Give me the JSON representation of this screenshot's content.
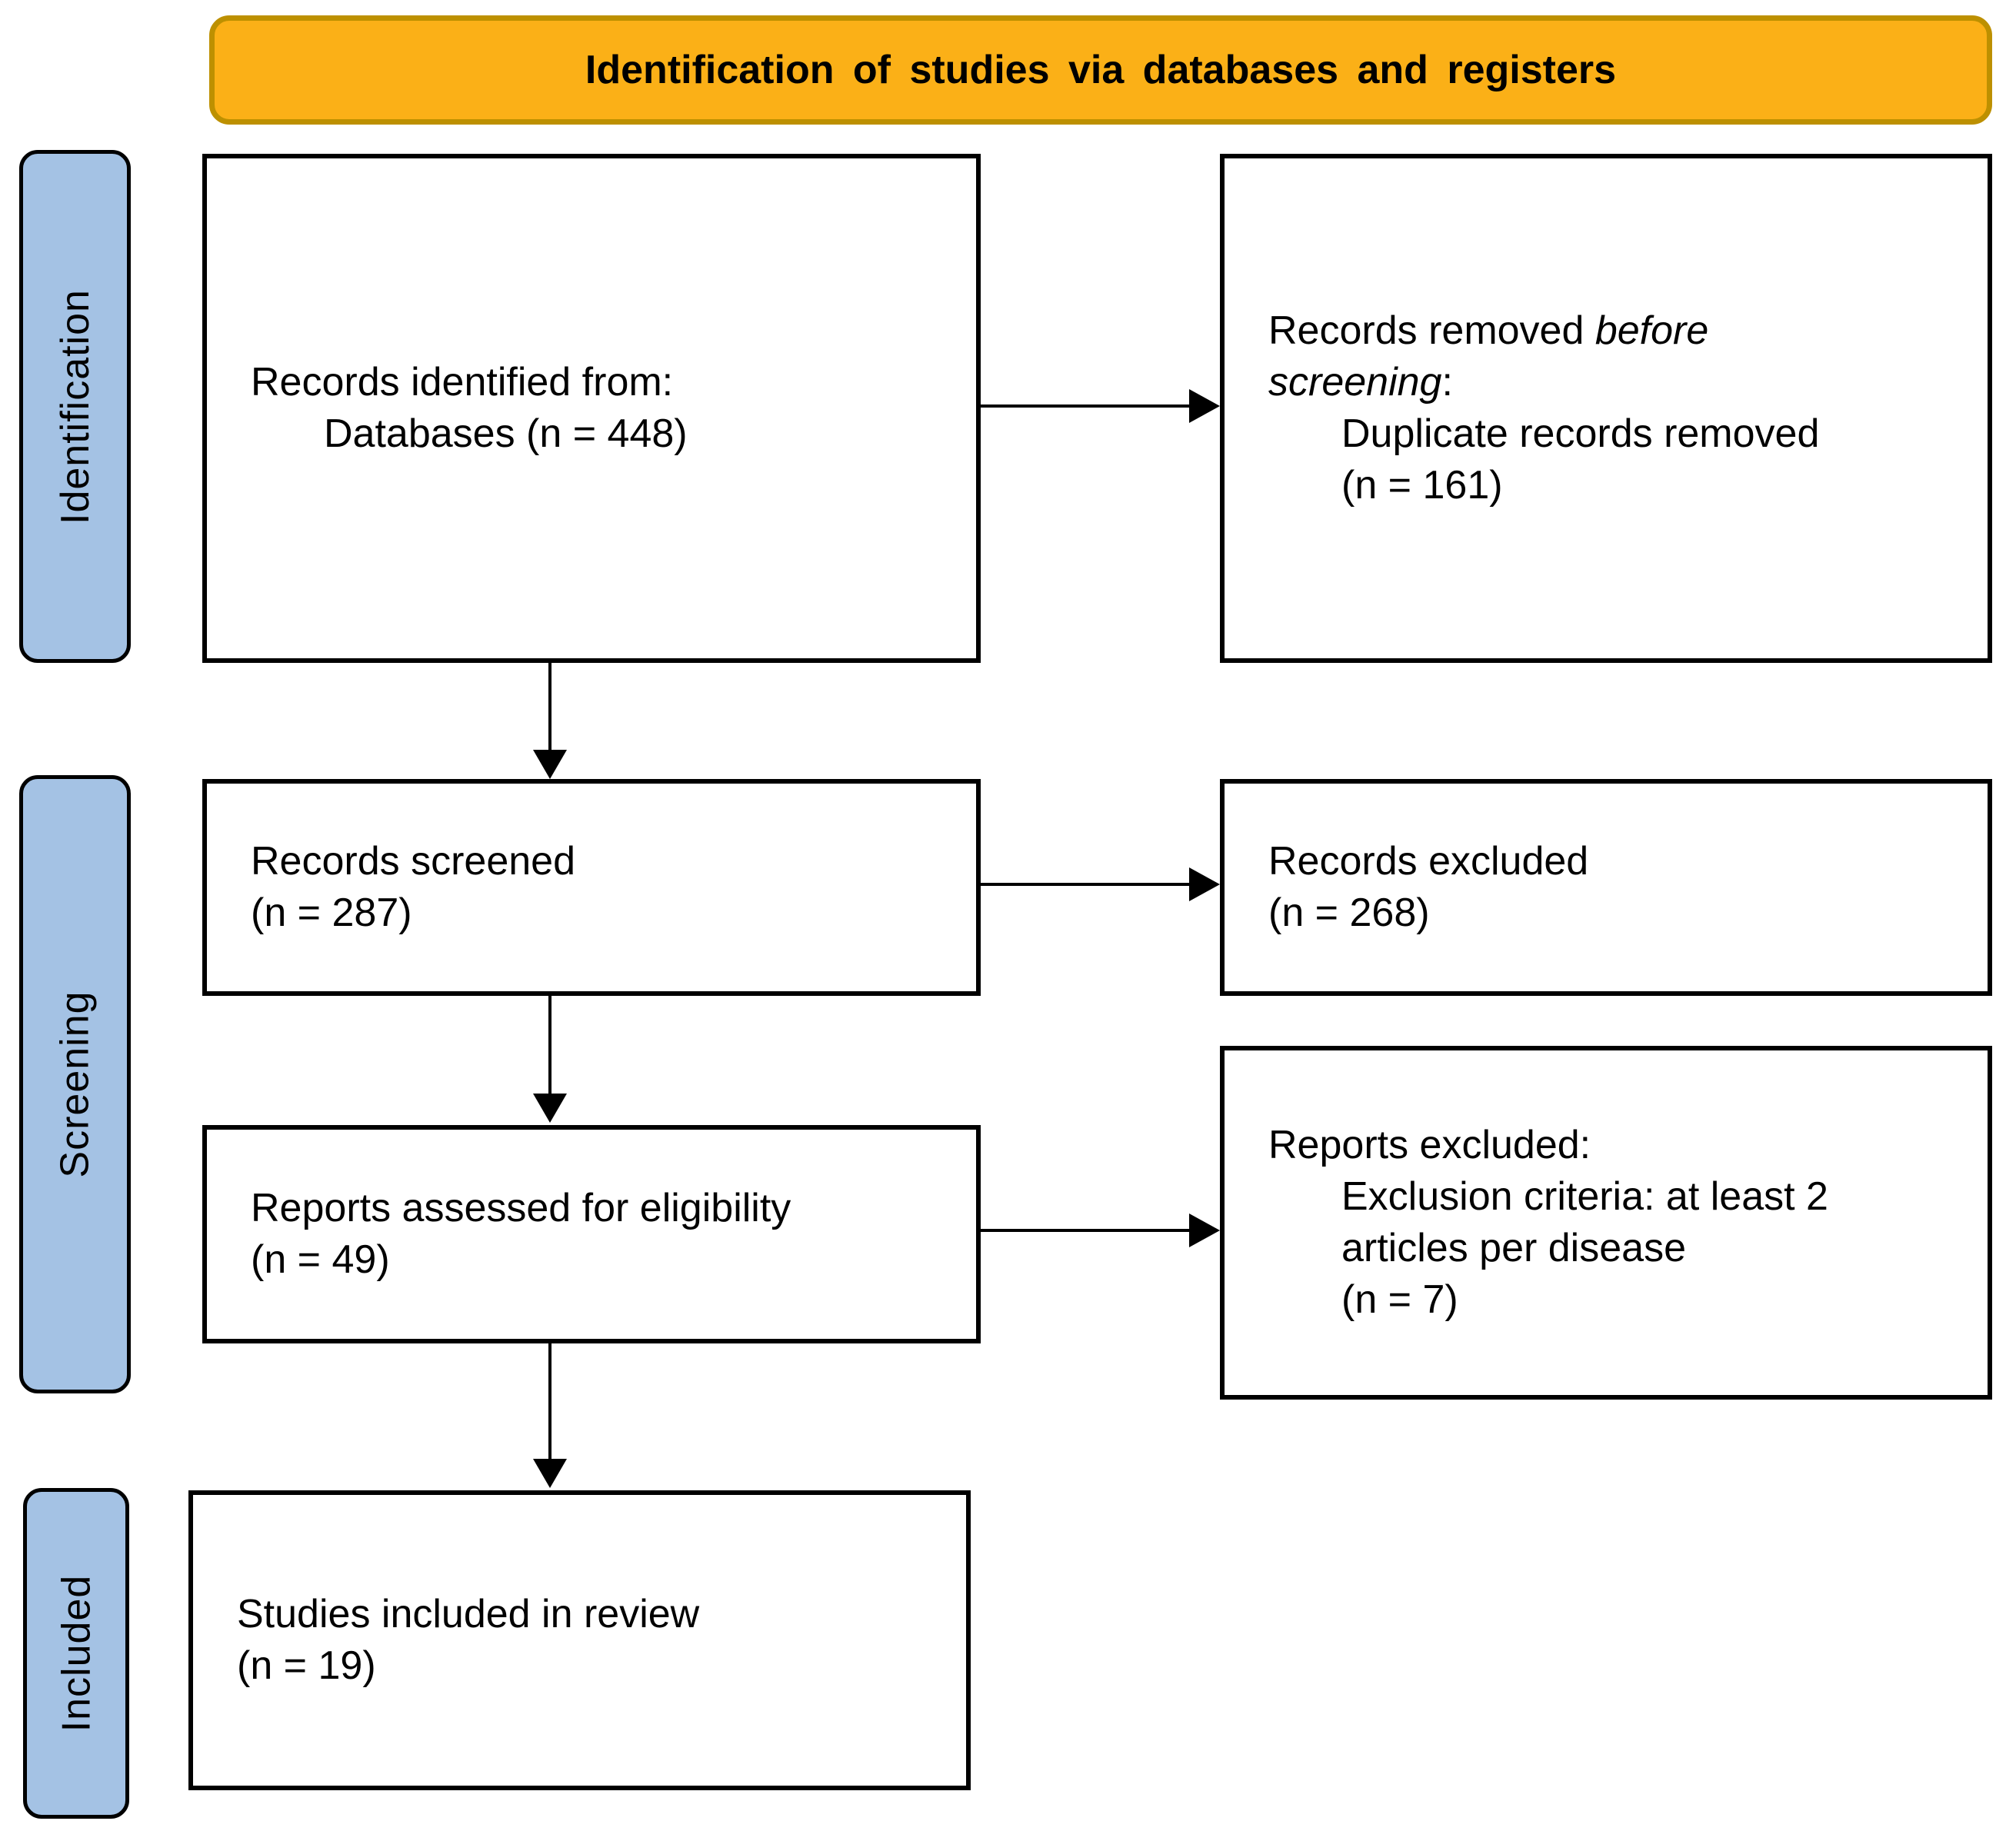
{
  "banner": {
    "title": "Identification of studies via databases and registers"
  },
  "stages": {
    "identification": "Identification",
    "screening": "Screening",
    "included": "Included"
  },
  "boxes": {
    "records_identified": {
      "line1": "Records identified from:",
      "line2": "Databases (n = 448)"
    },
    "records_removed": {
      "line1_regular": "Records removed",
      "line1_italic": "before",
      "line2_italic": "screening",
      "line2_regular": ":",
      "line3": "Duplicate records removed",
      "line4": "(n = 161)"
    },
    "records_screened": {
      "line1": "Records screened",
      "line2": "(n = 287)"
    },
    "records_excluded": {
      "line1": "Records excluded",
      "line2": "(n = 268)"
    },
    "reports_assessed": {
      "line1": "Reports assessed for eligibility",
      "line2": "(n = 49)"
    },
    "reports_excluded": {
      "line1": "Reports excluded:",
      "line2": "Exclusion criteria: at least 2",
      "line3": "articles per disease",
      "line4": "(n = 7)"
    },
    "studies_included": {
      "line1": "Studies included in review",
      "line2": "(n = 19)"
    }
  },
  "colors": {
    "banner_fill": "#FBB017",
    "banner_border": "#BD9000",
    "stage_fill": "#A4C2E4",
    "box_border": "#000000"
  }
}
